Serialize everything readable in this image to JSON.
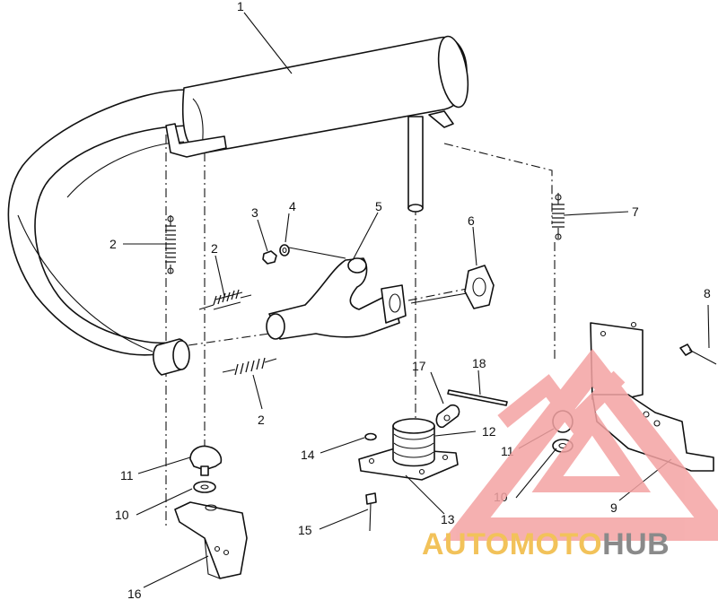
{
  "diagram": {
    "callouts": [
      {
        "id": "c1",
        "label": "1"
      },
      {
        "id": "c2a",
        "label": "2"
      },
      {
        "id": "c2b",
        "label": "2"
      },
      {
        "id": "c2c",
        "label": "2"
      },
      {
        "id": "c3",
        "label": "3"
      },
      {
        "id": "c4",
        "label": "4"
      },
      {
        "id": "c5",
        "label": "5"
      },
      {
        "id": "c6",
        "label": "6"
      },
      {
        "id": "c7",
        "label": "7"
      },
      {
        "id": "c8",
        "label": "8"
      },
      {
        "id": "c9",
        "label": "9"
      },
      {
        "id": "c10a",
        "label": "10"
      },
      {
        "id": "c10b",
        "label": "10"
      },
      {
        "id": "c11a",
        "label": "11"
      },
      {
        "id": "c11b",
        "label": "11"
      },
      {
        "id": "c12",
        "label": "12"
      },
      {
        "id": "c13",
        "label": "13"
      },
      {
        "id": "c14",
        "label": "14"
      },
      {
        "id": "c15",
        "label": "15"
      },
      {
        "id": "c16",
        "label": "16"
      },
      {
        "id": "c17",
        "label": "17"
      },
      {
        "id": "c18",
        "label": "18"
      }
    ]
  },
  "watermark": {
    "part1": "AUTOMOTO",
    "part2": "HUB",
    "color_light": "#f4a3a3",
    "color_orange": "#f2c25a",
    "color_gray": "#8a8a8a"
  }
}
